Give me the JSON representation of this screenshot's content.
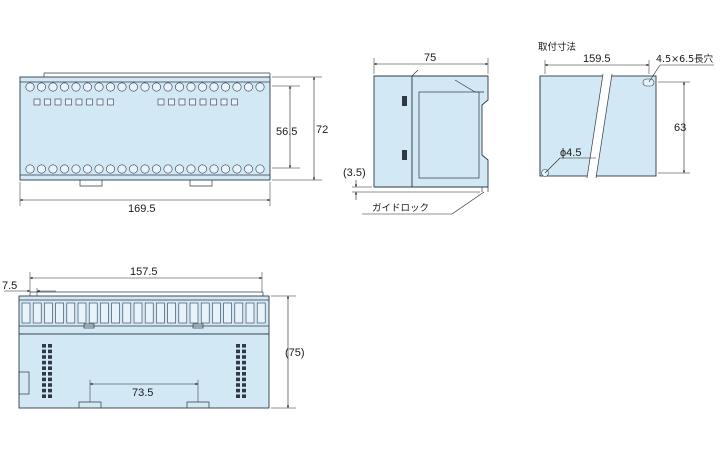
{
  "colors": {
    "body_fill": "#d2e8f5",
    "outline": "#303a44",
    "dimension_line": "#222222"
  },
  "front_view": {
    "width": "169.5",
    "height": "72",
    "terminal_pitch": "56.5"
  },
  "side_view": {
    "depth": "75",
    "offset": "(3.5)",
    "guide_lock_label": "ガイドロック"
  },
  "mounting": {
    "title": "取付寸法",
    "width": "159.5",
    "hole_label": "4.5×6.5長穴",
    "height": "63",
    "diameter": "ϕ4.5"
  },
  "bottom_view": {
    "width": "157.5",
    "offset": "7.5",
    "center": "73.5",
    "depth": "(75)"
  }
}
